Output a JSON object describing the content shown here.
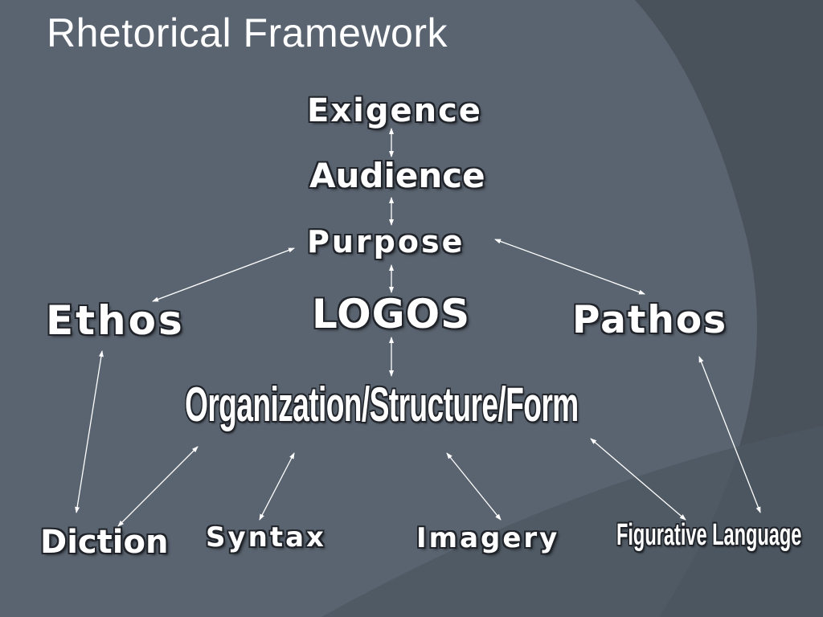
{
  "title": "Rhetorical Framework",
  "nodes": {
    "exigence": "Exigence",
    "audience": "Audience",
    "purpose": "Purpose",
    "logos": "LOGOS",
    "ethos": "Ethos",
    "pathos": "Pathos",
    "organization": "Organization/Structure/Form",
    "diction": "Diction",
    "syntax": "Syntax",
    "imagery": "Imagery",
    "figurative": "Figurative Language"
  },
  "colors": {
    "background": "#5a6470",
    "text": "#ffffff",
    "text_outline": "#20242a",
    "arrow": "#ffffff"
  }
}
